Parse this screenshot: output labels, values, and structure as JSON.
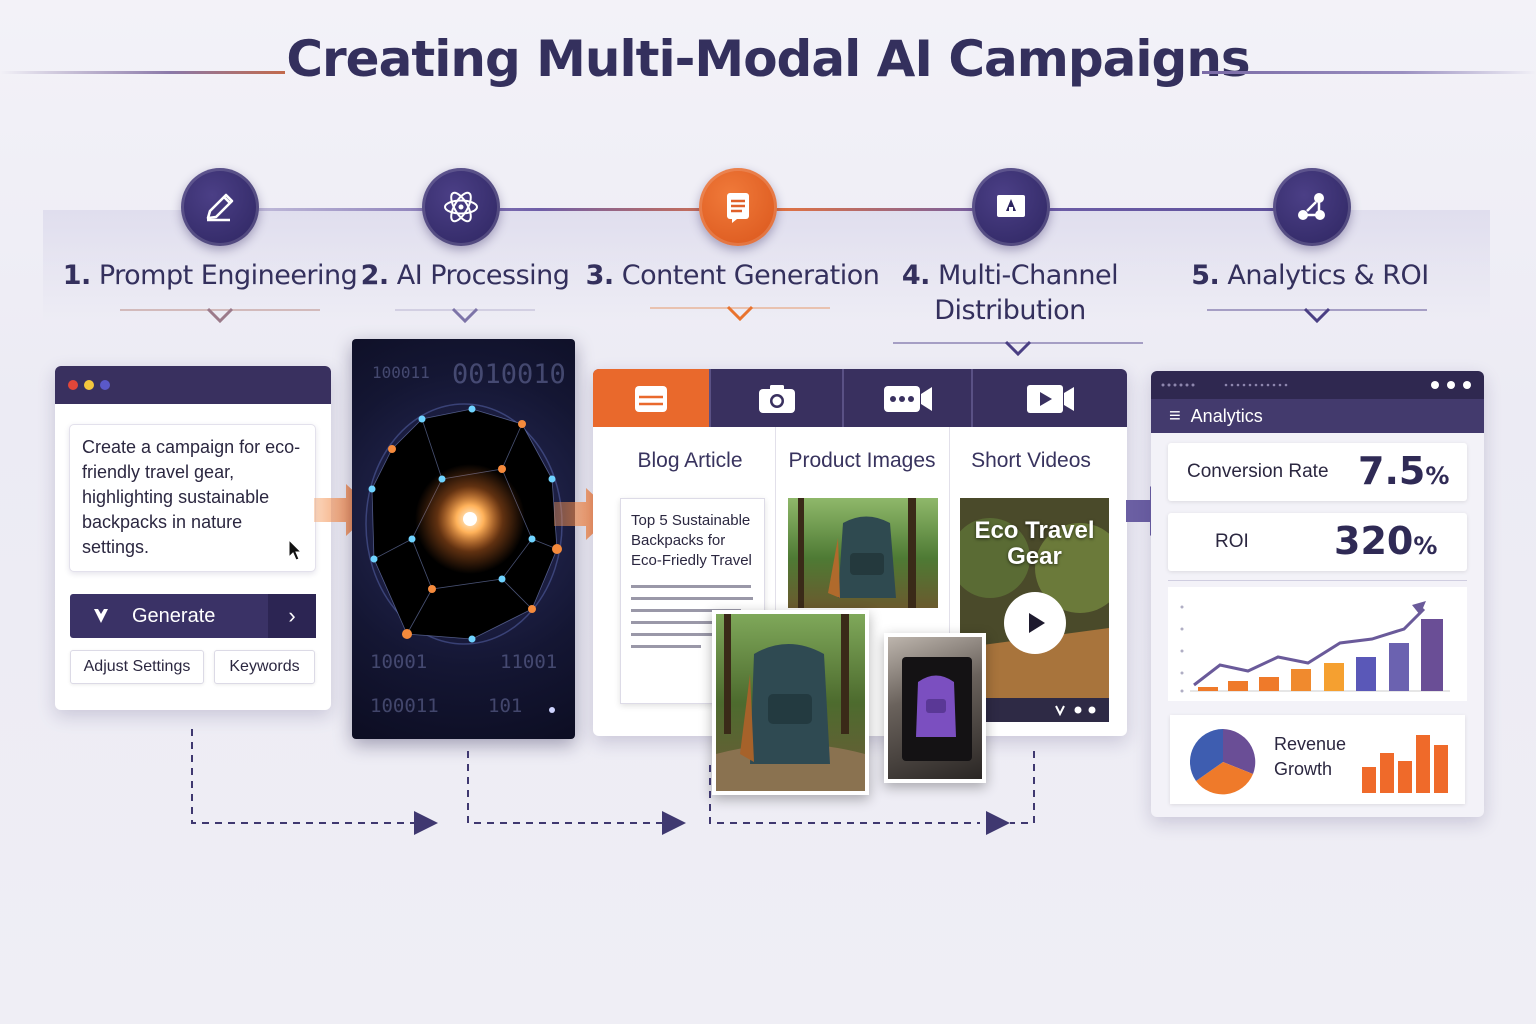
{
  "title": "Creating Multi-Modal AI Campaigns",
  "steps": [
    {
      "number": "1.",
      "label": "Prompt Engineering",
      "icon": "pencil-icon"
    },
    {
      "number": "2.",
      "label": "AI Processing",
      "icon": "atom-icon"
    },
    {
      "number": "3.",
      "label": "Content Generation",
      "icon": "document-icon"
    },
    {
      "number": "4.",
      "label": "Multi-Channel",
      "label2": "Distribution",
      "icon": "presentation-icon"
    },
    {
      "number": "5.",
      "label": "Analytics & ROI",
      "icon": "network-icon"
    }
  ],
  "prompt": {
    "text": "Create a campaign for eco-friendly travel gear, highlighting sustainable backpacks in nature settings.",
    "generate_label": "Generate",
    "adjust_label": "Adjust Settings",
    "keywords_label": "Keywords"
  },
  "ai": {
    "binary_top": "100011",
    "binary_top_right": "0010010",
    "binary_mid_left": "10001",
    "binary_mid_right": "11001",
    "binary_bottom_left": "100011",
    "binary_bottom_right": "101"
  },
  "content": {
    "columns": [
      "Blog Article",
      "Product Images",
      "Short Videos"
    ],
    "blog_title": "Top 5 Sustainable Backpacks for Eco-Friedly Travel",
    "video_title": "Eco Travel Gear"
  },
  "analytics": {
    "header": "Analytics",
    "metrics": [
      {
        "label": "Conversion Rate",
        "value": "7.5",
        "unit": "%"
      },
      {
        "label": "ROI",
        "value": "320",
        "unit": "%"
      }
    ],
    "revenue_label": "Revenue Growth"
  },
  "colors": {
    "navy": "#39305f",
    "orange": "#e9692c",
    "purple": "#6f5ea8"
  }
}
